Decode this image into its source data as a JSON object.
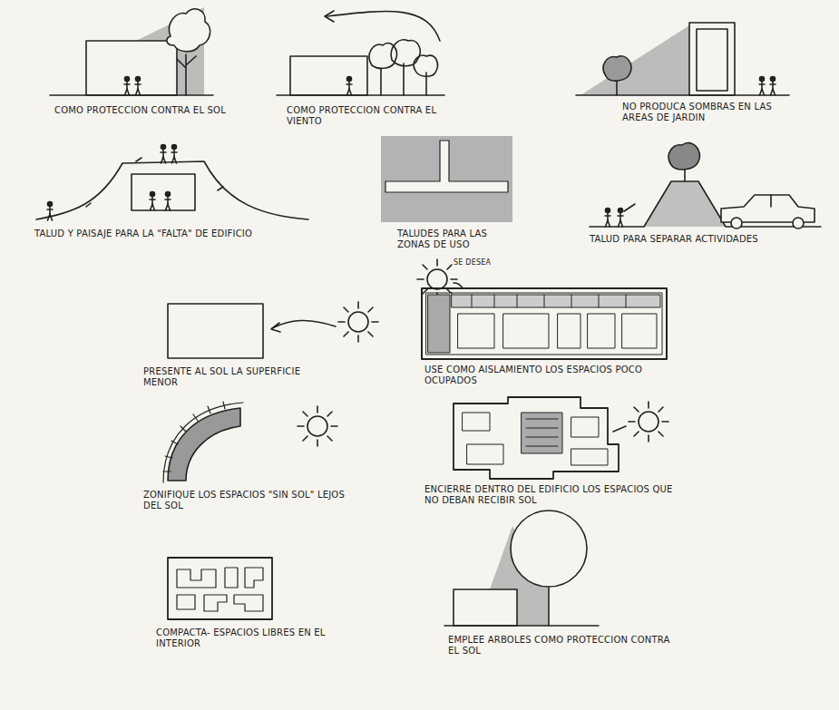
{
  "diagram": {
    "labels": [
      "COMO PROTECCION CONTRA EL SOL",
      "COMO PROTECCION CONTRA EL VIENTO",
      "NO PRODUCA SOMBRAS EN LAS AREAS DE JARDIN",
      "TALUD Y PAISAJE PARA LA \"FALTA\" DE EDIFICIO",
      "TALUDES PARA LAS ZONAS DE USO",
      "TALUD PARA SEPARAR ACTIVIDADES",
      "PRESENTE AL SOL LA SUPERFICIE MENOR",
      "SE DESEA",
      "USE COMO AISLAMIENTO LOS ESPACIOS POCO OCUPADOS",
      "ZONIFIQUE LOS ESPACIOS \"SIN SOL\" LEJOS DEL SOL",
      "ENCIERRE DENTRO DEL EDIFICIO LOS ESPACIOS QUE NO DEBAN RECIBIR SOL",
      "COMPACTA- ESPACIOS LIBRES EN EL INTERIOR",
      "EMPLEE ARBOLES COMO PROTECCION CONTRA EL SOL"
    ]
  }
}
